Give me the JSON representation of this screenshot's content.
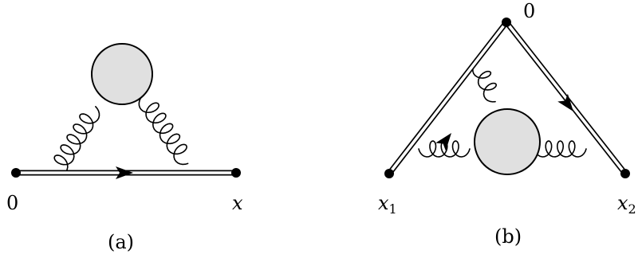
{
  "diagrams": [
    {
      "caption": "(a)",
      "vertex_labels": [
        "0",
        "x"
      ]
    },
    {
      "caption": "(b)",
      "vertex_labels": [
        "0",
        "x",
        "1",
        "x",
        "2"
      ]
    }
  ]
}
